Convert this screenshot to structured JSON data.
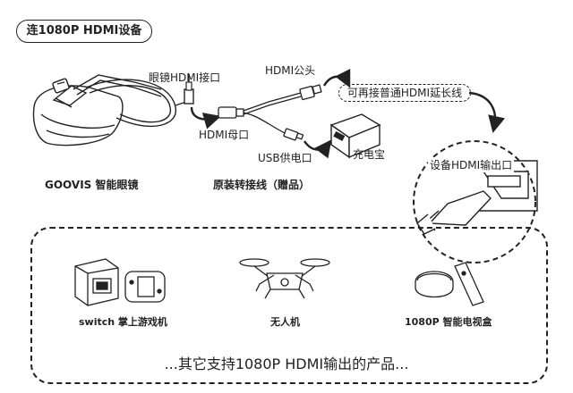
{
  "title": "连1080P HDMI设备",
  "labels": {
    "eye_port": "眼镜HDMI接口",
    "hdmi_male": "HDMI公头",
    "hdmi_female": "HDMI母口",
    "usb_power": "USB供电口",
    "powerbank": "充电宝",
    "extension": "可再接普通HDMI延长线",
    "device_port": "设备HDMI输出口",
    "goovis": "GOOVIS 智能眼镜",
    "cable": "原装转接线（赠品）"
  },
  "products": [
    {
      "label": "switch 掌上游戏机",
      "icon": "switch-console-icon"
    },
    {
      "label": "无人机",
      "icon": "drone-icon"
    },
    {
      "label": "1080P 智能电视盒",
      "icon": "tv-box-icon"
    }
  ],
  "footer": "...其它支持1080P HDMI输出的产品..."
}
